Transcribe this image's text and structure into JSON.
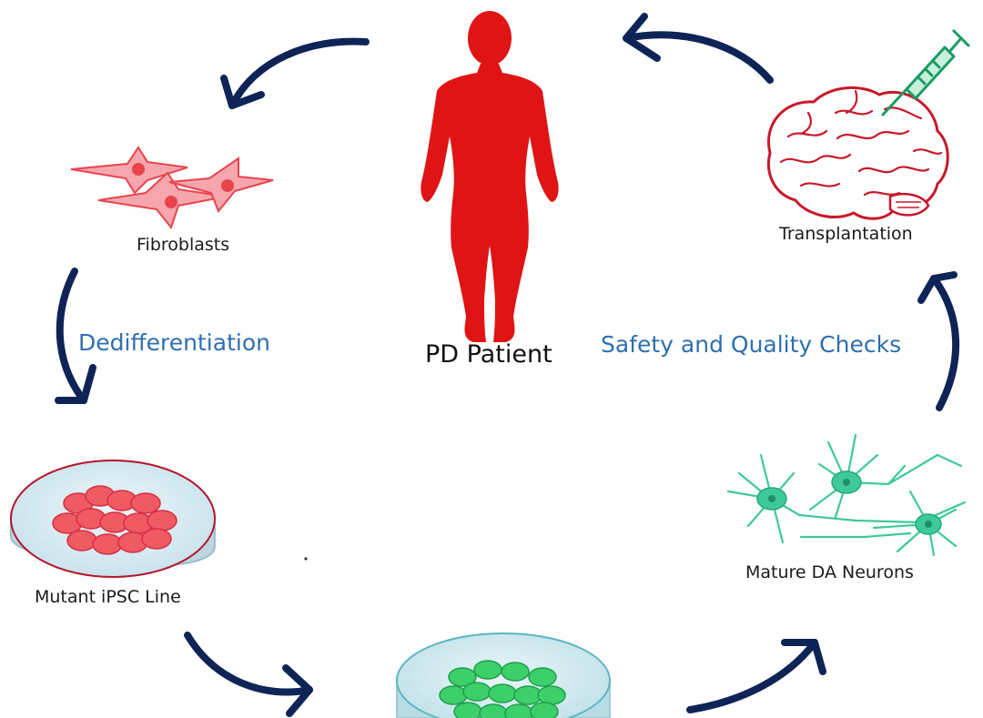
{
  "colors": {
    "arrow": "#0f2456",
    "step_text": "#2f6fae",
    "patient_red": "#e01414",
    "cell_red": "#e8444e",
    "cell_red_fill": "#f7a6ad",
    "neuron_green": "#3ec99a",
    "ipsc_green": "#2fbf5a",
    "dish_fill": "#d7ecf4",
    "dish_rim": "#a7ccd9",
    "brain_red": "#c8182a",
    "syringe_green": "#1a9c63"
  },
  "labels": {
    "patient": "PD Patient",
    "fibroblasts": "Fibroblasts",
    "dedifferentiation": "Dedifferentiation",
    "ipsc": "Mutant iPSC Line",
    "neurons": "Mature DA Neurons",
    "safety": "Safety and Quality Checks",
    "transplantation": "Transplantation"
  },
  "icons": {
    "patient": "human-silhouette-icon",
    "fibroblasts": "fibroblast-cells-icon",
    "ipsc": "petri-dish-red-cells-icon",
    "progenitors": "petri-dish-green-cells-icon",
    "neurons": "neuron-network-icon",
    "brain": "brain-icon",
    "syringe": "syringe-icon"
  }
}
